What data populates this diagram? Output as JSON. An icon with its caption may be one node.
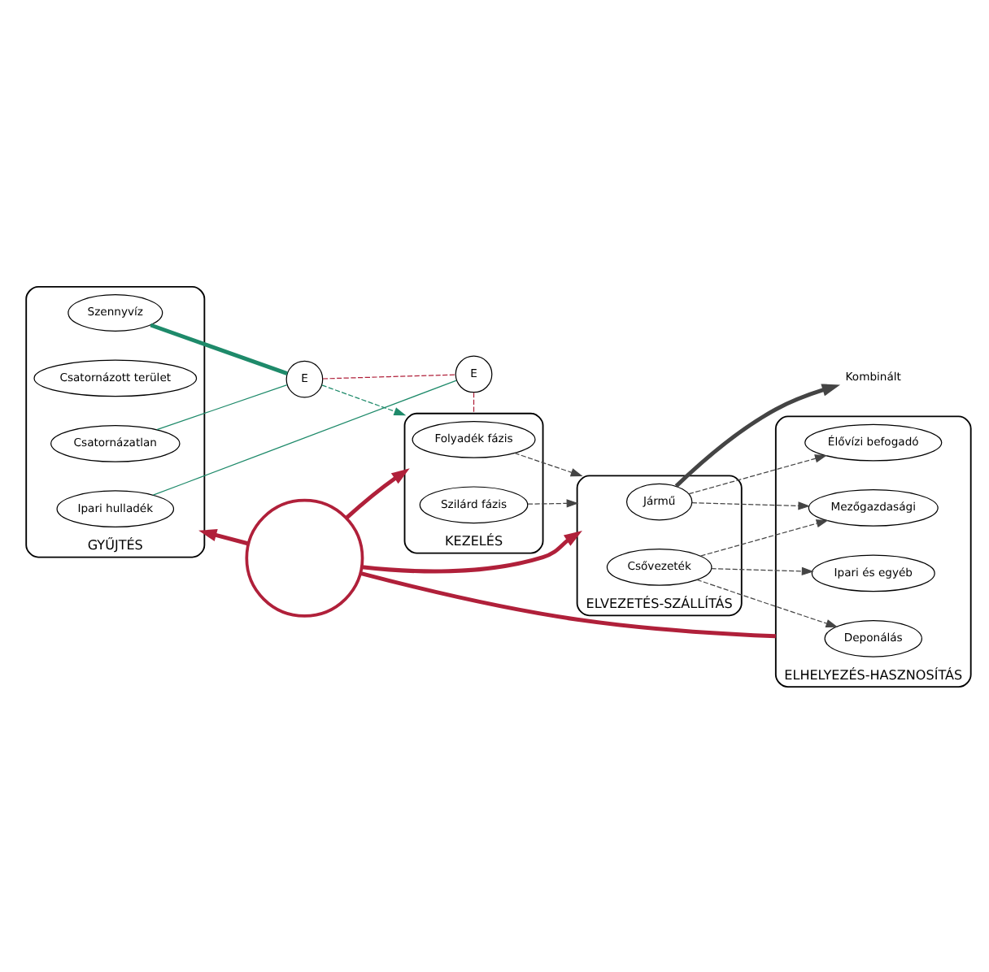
{
  "diagram": {
    "nodes": [
      {
        "text": [
          "KEZELÉS"
        ]
      },
      {
        "text": [
          "Folyadék fázis"
        ],
        "in": 0
      },
      {
        "text": [
          "Szilárd fázis"
        ],
        "in": 0
      },
      {
        "text": [
          "ELVEZETÉS-SZÁLLÍTÁS"
        ]
      },
      {
        "text": [
          "Jármű"
        ],
        "in": 3
      },
      {
        "text": [
          "Csővezeték"
        ],
        "in": 3
      },
      {
        "text": [
          "Kombinált"
        ]
      },
      {
        "text": [
          "GYŰJTÉS"
        ]
      },
      {
        "text": [
          "Ipari hulladék"
        ],
        "in": 7
      },
      {
        "text": [
          "Csatornázott terület"
        ],
        "in": 7
      },
      {
        "text": [
          "Szennyvíz"
        ],
        "in": 7
      },
      {
        "text": [
          "Csatornázatlan"
        ],
        "in": 7
      },
      {
        "text": [
          "ELHELYEZÉS-HASZNOSÍTÁS"
        ]
      },
      {
        "text": [
          "Deponálás"
        ],
        "in": 12
      },
      {
        "text": [
          "Ipari és egyéb"
        ],
        "in": 12
      },
      {
        "text": [
          "Mezőgazdasági"
        ],
        "in": 12
      },
      {
        "text": [
          "Élővízi befogadó"
        ],
        "in": 12
      },
      {
        "text": [
          "E"
        ]
      },
      {
        "text": [
          "E"
        ]
      },
      {
        "text": [],
        "shape": "circle"
      }
    ],
    "edges": [
      {
        "from": 19,
        "to": 0,
        "arrow": "to",
        "style": "thick",
        "color": "#b0203a"
      },
      {
        "from": 19,
        "to": 3,
        "arrow": "to",
        "style": "thick",
        "color": "#b0203a"
      },
      {
        "from": 19,
        "to": 7,
        "arrow": "to",
        "style": "thick",
        "color": "#b0203a"
      },
      {
        "from": 12,
        "to": 19,
        "arrow": "none",
        "style": "thick",
        "color": "#b0203a"
      },
      {
        "from": 1,
        "to": 3,
        "arrow": "to",
        "style": "dashed"
      },
      {
        "from": 2,
        "to": 3,
        "arrow": "to",
        "style": "dashed"
      },
      {
        "from": 4,
        "to": 6,
        "arrow": "to",
        "style": "thick"
      },
      {
        "from": 4,
        "to": 16,
        "arrow": "to",
        "style": "dashed"
      },
      {
        "from": 4,
        "to": 15,
        "arrow": "to",
        "style": "dashed"
      },
      {
        "from": 5,
        "to": 15,
        "arrow": "to",
        "style": "dashed"
      },
      {
        "from": 5,
        "to": 14,
        "arrow": "to",
        "style": "dashed"
      },
      {
        "from": 5,
        "to": 13,
        "arrow": "to",
        "style": "dashed"
      },
      {
        "from": 8,
        "to": 17,
        "arrow": "none",
        "color": "#1e8a6a"
      },
      {
        "from": 11,
        "to": 18,
        "arrow": "none",
        "color": "#1e8a6a"
      },
      {
        "from": 18,
        "to": 17,
        "arrow": "none",
        "style": "dashed",
        "color": "#b0203a"
      },
      {
        "from": 17,
        "to": 0,
        "arrow": "none",
        "style": "dashed",
        "color": "#b0203a"
      },
      {
        "from": 10,
        "to": 18,
        "arrow": "none",
        "style": "thick",
        "color": "#1e8a6a"
      },
      {
        "from": 18,
        "to": 0,
        "arrow": "to",
        "style": "dashed",
        "color": "#1e8a6a"
      }
    ]
  }
}
